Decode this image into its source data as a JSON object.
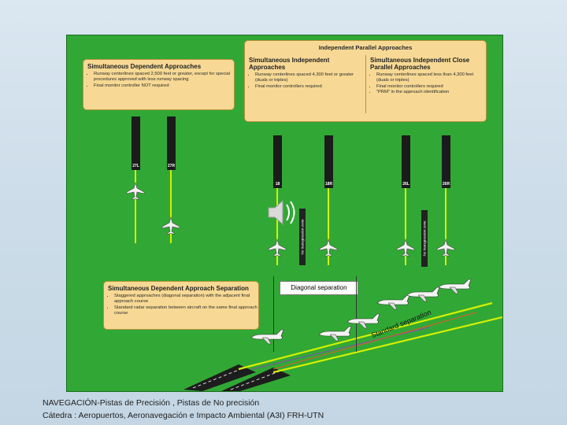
{
  "top_box": {
    "title": "Independent Parallel Approaches",
    "col1_title": "Simultaneous Independent Approaches",
    "col1_bullets": [
      "Runway centerlines spaced 4,300 feet or greater (duals or triples)",
      "Final monitor controllers required"
    ],
    "col2_title": "Simultaneous Independent Close Parallel Approaches",
    "col2_bullets": [
      "Runway centerlines spaced less than 4,300 feet (duals or triples)",
      "Final monitor controllers required",
      "\"PRM\" in the approach identification"
    ]
  },
  "left_box": {
    "title": "Simultaneous Dependent Approaches",
    "bullets": [
      "Runway centerlines spaced 2,500 feet or greater, except for special procedures approved with less runway spacing",
      "Final monitor controller NOT required"
    ]
  },
  "runways": [
    "27L",
    "27R",
    "18",
    "18R",
    "26L",
    "26R"
  ],
  "ntz_labels": [
    "No transgression zone",
    "No transgression zone"
  ],
  "bottom_box": {
    "title": "Simultaneous Dependent Approach Separation",
    "bullets": [
      "Staggered approaches (diagonal separation) with the adjacent final approach course",
      "Standard radar separation between aircraft on the same final approach course"
    ]
  },
  "diagonal_label": "Diagonal separation",
  "standard_label": "Standard separation",
  "footer": {
    "line1": "NAVEGACIÓN-Pistas de Precisión , Pistas de No precisión",
    "line2": "Cátedra : Aeropuertos, Aeronavegación e Impacto Ambiental (A3I) FRH-UTN"
  }
}
